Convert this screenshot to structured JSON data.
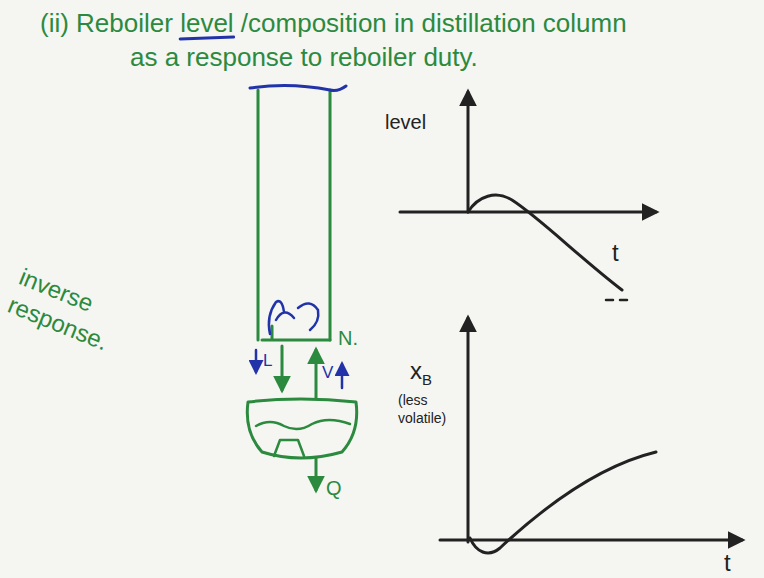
{
  "diagram": {
    "title": "(ii) Reboiler level /composition in distillation column as a response to reboiler duty.",
    "labels": [
      "inverse response.",
      "L",
      "V",
      "N.",
      "Q",
      "level",
      "t",
      "xB",
      "(less volatile)",
      "t"
    ]
  }
}
